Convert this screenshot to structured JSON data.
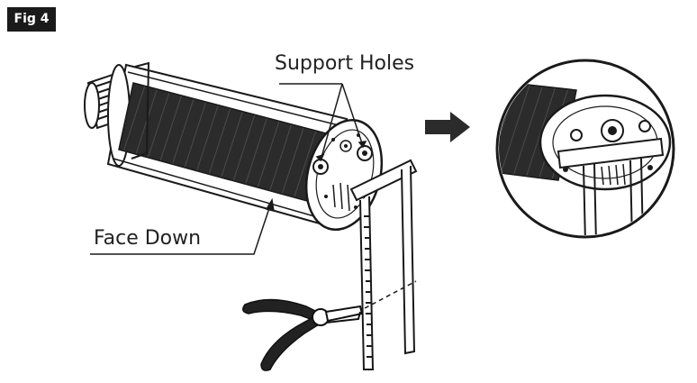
{
  "figure_label": "Fig 4",
  "callouts": {
    "support_holes": "Support Holes",
    "face_down": "Face Down"
  },
  "colors": {
    "ink": "#1a1a1a",
    "led_panel": "#2b2b2b",
    "background": "#ffffff"
  },
  "icons": [
    "arrow-right-icon",
    "pliers-icon",
    "magnifier-circle-icon"
  ]
}
